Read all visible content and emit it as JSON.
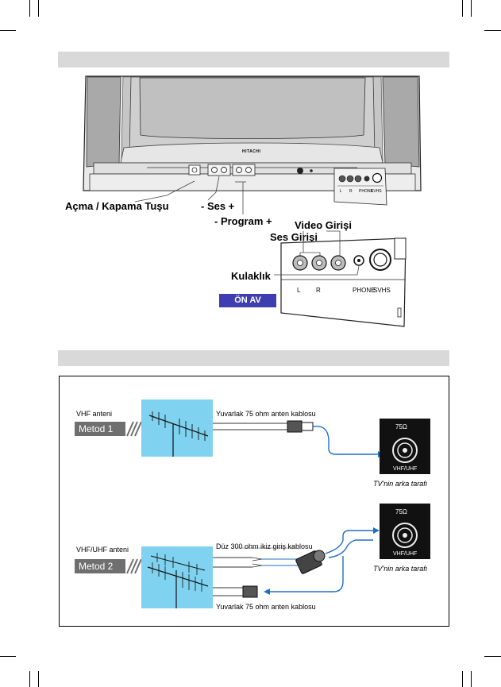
{
  "tv_figure": {
    "brand": "HITACHI",
    "labels": {
      "power": "Açma / Kapama Tuşu",
      "volume": "- Ses +",
      "program": "- Program +",
      "video_in": "Video Girişi",
      "audio_in": "Ses Girişi",
      "headphone": "Kulaklık",
      "front_av_badge": "ÖN AV"
    },
    "jack_labels": [
      "L",
      "R",
      "PHONE",
      "SVHS"
    ]
  },
  "antenna_figure": {
    "method1": {
      "antenna_label": "VHF anteni",
      "method_badge": "Metod 1",
      "cable_label": "Yuvarlak 75 ohm anten kablosu",
      "tv_port_ohm": "75Ω",
      "tv_port_band": "VHF/UHF",
      "tv_back_label": "TV'nin arka tarafı"
    },
    "method2": {
      "antenna_label": "VHF/UHF anteni",
      "method_badge": "Metod 2",
      "flat_cable_label": "Düz 300 ohm ikiz giriş kablosu",
      "round_cable_label": "Yuvarlak 75 ohm anten kablosu",
      "tv_port_ohm": "75Ω",
      "tv_port_band": "VHF/UHF",
      "tv_back_label": "TV'nin arka tarafı"
    }
  },
  "colors": {
    "band_gray": "#d9d9d9",
    "antenna_panel_blue": "#7fd3f0",
    "cable_blue": "#1f6fc4",
    "badge_gray": "#6f6f6f",
    "on_av_badge": "#3e3eb0"
  }
}
